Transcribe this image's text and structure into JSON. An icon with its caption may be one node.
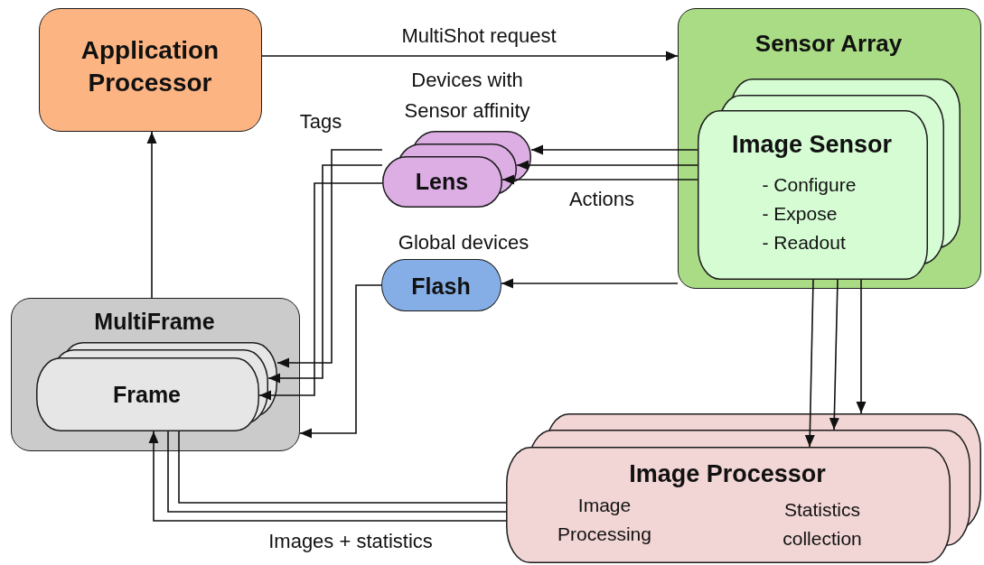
{
  "diagram": {
    "nodes": [
      {
        "text": [
          "Application Processor"
        ]
      },
      {
        "text": [
          "Sensor Array"
        ]
      },
      {
        "text": [
          "Image Sensor",
          "- Configure",
          "- Expose",
          "- Readout"
        ],
        "in": 1
      },
      {
        "text": [
          "Lens"
        ],
        "beside": [
          "Devices with Sensor affinity"
        ]
      },
      {
        "text": [
          "Flash"
        ],
        "beside": [
          "Global devices"
        ]
      },
      {
        "text": [
          "MultiFrame"
        ]
      },
      {
        "text": [
          "Frame"
        ],
        "in": 5
      },
      {
        "text": [
          "Image Processor",
          "Image Processing",
          "Statistics collection"
        ]
      }
    ],
    "edges": [
      {
        "from": 0,
        "to": 1,
        "arrow": "to",
        "label": "MultiShot request"
      },
      {
        "from": 5,
        "to": 0,
        "arrow": "to"
      },
      {
        "from": 2,
        "to": 3,
        "arrow": "to"
      },
      {
        "from": 2,
        "to": 3,
        "arrow": "to"
      },
      {
        "from": 2,
        "to": 3,
        "arrow": "to",
        "label": "Actions"
      },
      {
        "from": 1,
        "to": 4,
        "arrow": "to"
      },
      {
        "from": 3,
        "to": 6,
        "arrow": "to",
        "label": "Tags"
      },
      {
        "from": 3,
        "to": 6,
        "arrow": "to"
      },
      {
        "from": 3,
        "to": 6,
        "arrow": "to"
      },
      {
        "from": 4,
        "to": 5,
        "arrow": "to"
      },
      {
        "from": 2,
        "to": 7,
        "arrow": "to"
      },
      {
        "from": 2,
        "to": 7,
        "arrow": "to"
      },
      {
        "from": 2,
        "to": 7,
        "arrow": "to"
      },
      {
        "from": 6,
        "to": 7,
        "arrow": "none"
      },
      {
        "from": 6,
        "to": 7,
        "arrow": "none"
      },
      {
        "from": 7,
        "to": 6,
        "arrow": "to",
        "label": "Images + statistics"
      }
    ]
  }
}
